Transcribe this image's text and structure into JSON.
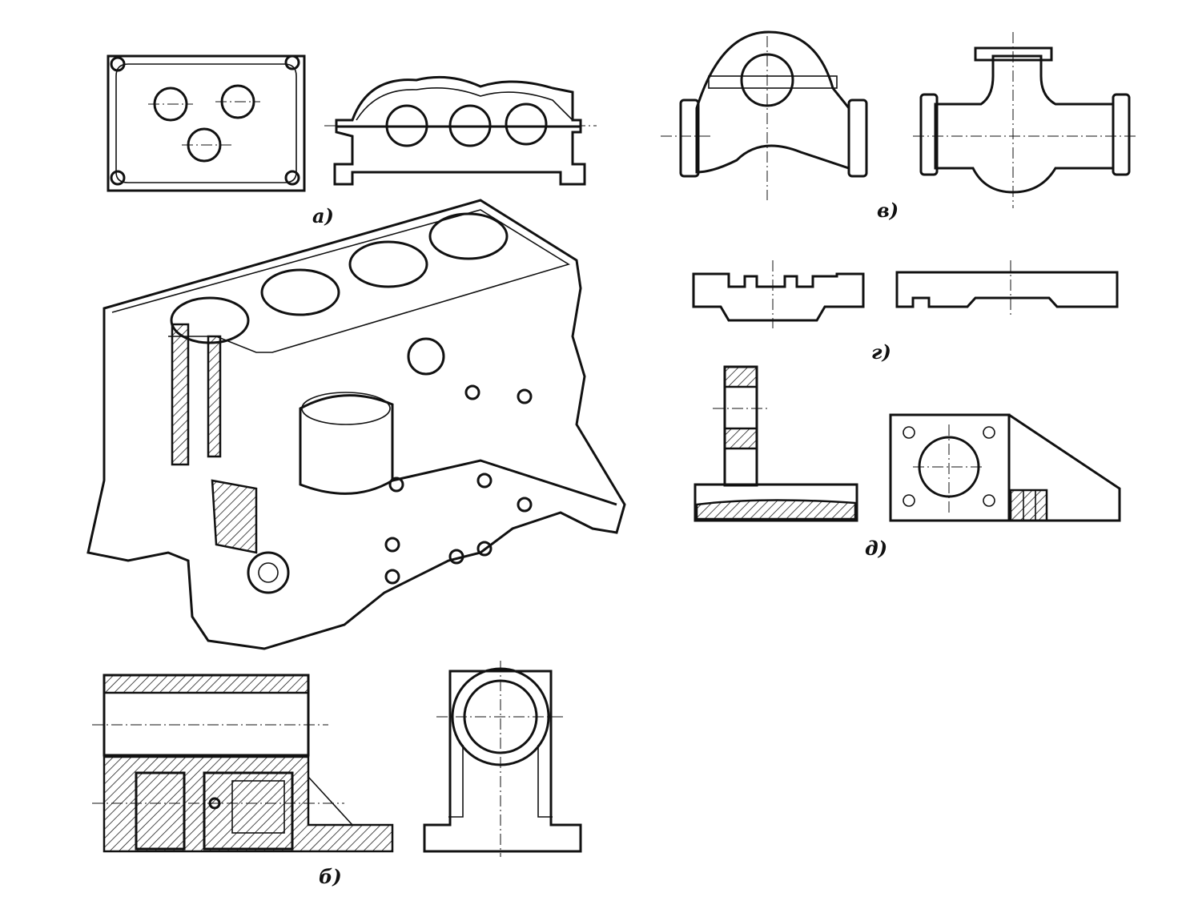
{
  "figure_labels": {
    "a": "а)",
    "b": "б)",
    "v": "в)",
    "g": "г)",
    "d": "д)"
  }
}
